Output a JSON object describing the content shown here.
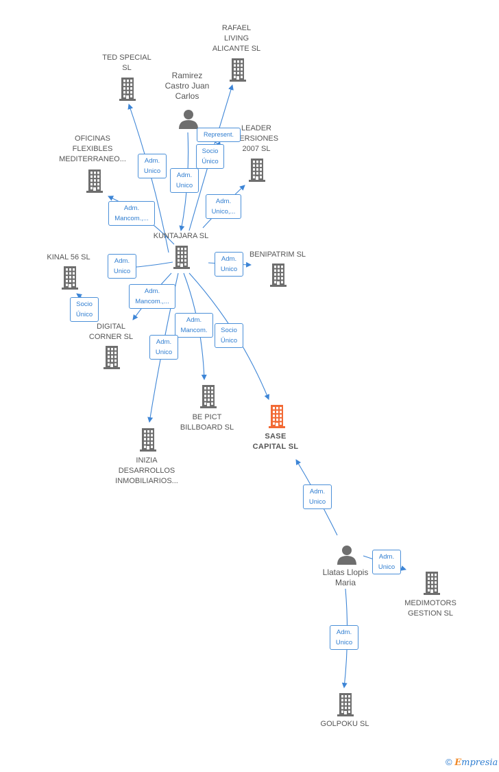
{
  "colors": {
    "edge": "#3d85d6",
    "building": "#6e6e6e",
    "focus_building": "#f26a35",
    "person": "#6e6e6e"
  },
  "nodes": {
    "rafael": {
      "label": "RAFAEL\nLIVING\nALICANTE  SL",
      "icon": "building-icon"
    },
    "ted": {
      "label": "TED SPECIAL\nSL",
      "icon": "building-icon"
    },
    "ramirez": {
      "label": "Ramirez\nCastro Juan\nCarlos",
      "icon": "person-icon"
    },
    "leader": {
      "label": "LEADER\nVERSIONES\n2007 SL",
      "icon": "building-icon"
    },
    "oficinas": {
      "label": "OFICINAS\nFLEXIBLES\nMEDITERRANEO...",
      "icon": "building-icon"
    },
    "kuntajara": {
      "label": "KUNTAJARA SL",
      "icon": "building-icon"
    },
    "kinal": {
      "label": "KINAL 56 SL",
      "icon": "building-icon"
    },
    "benipatrim": {
      "label": "BENIPATRIM SL",
      "icon": "building-icon"
    },
    "digital": {
      "label": "DIGITAL\nCORNER  SL",
      "icon": "building-icon"
    },
    "bepict": {
      "label": "BE PICT\nBILLBOARD  SL",
      "icon": "building-icon"
    },
    "sase": {
      "label": "SASE\nCAPITAL  SL",
      "icon": "building-icon"
    },
    "inizia": {
      "label": "INIZIA\nDESARROLLOS\nINMOBILIARIOS...",
      "icon": "building-icon"
    },
    "llatas": {
      "label": "Llatas Llopis\nMaria",
      "icon": "person-icon"
    },
    "medimotors": {
      "label": "MEDIMOTORS\nGESTION SL",
      "icon": "building-icon"
    },
    "golpoku": {
      "label": "GOLPOKU  SL",
      "icon": "building-icon"
    }
  },
  "edges": {
    "e_ted": "Adm.\nUnico",
    "e_rafael": "Socio\nÚnico",
    "e_represent": "Represent.",
    "e_ramirez": "Adm.\nUnico",
    "e_leader": "Adm.\nUnico,...",
    "e_oficinas": "Adm.\nMancom.,...",
    "e_kinal": "Adm.\nUnico",
    "e_benipatrim": "Adm.\nUnico",
    "e_kinal_socio": "Socio\nÚnico",
    "e_digital": "Adm.\nMancom.,...",
    "e_bepict": "Adm.\nMancom.",
    "e_sase": "Socio\nÚnico",
    "e_inizia": "Adm.\nUnico",
    "e_llatas_sase": "Adm.\nUnico",
    "e_medimotors": "Adm.\nUnico",
    "e_golpoku": "Adm.\nUnico"
  },
  "footer": {
    "copyright_symbol": "©",
    "brand_first": "E",
    "brand_rest": "mpresia"
  }
}
